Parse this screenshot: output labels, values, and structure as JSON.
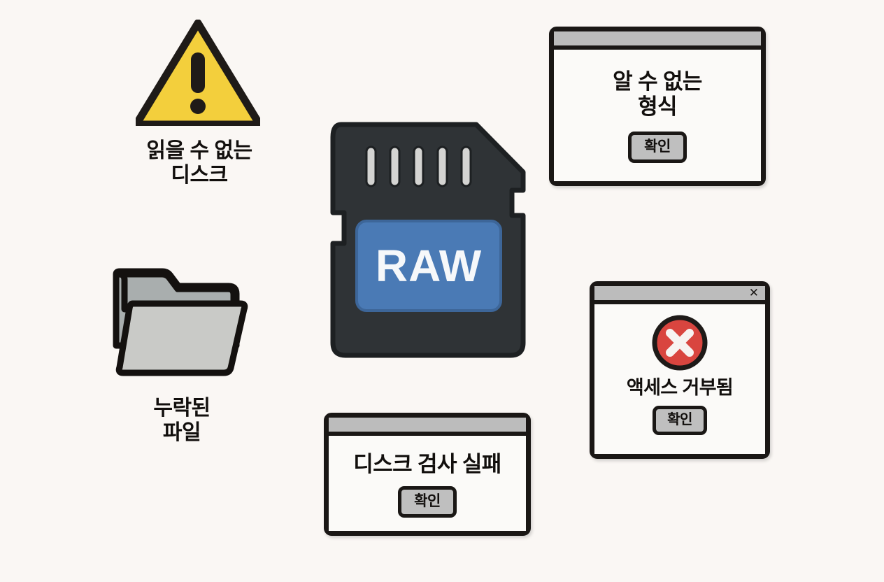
{
  "background_color": "#faf7f4",
  "items": {
    "warning": {
      "icon_name": "warning-triangle-icon",
      "caption": "읽을 수 없는\n디스크",
      "fill_color": "#f3cf3c",
      "stroke_color": "#1f1b18"
    },
    "folder": {
      "icon_name": "open-folder-icon",
      "caption": "누락된\n파일",
      "back_color": "#a9aeae",
      "front_color": "#c9cac7",
      "stroke_color": "#14110f"
    },
    "sd_card": {
      "icon_name": "sd-card-icon",
      "label": "RAW",
      "body_color": "#2f3336",
      "label_color": "#4a7ab5",
      "label_text_color": "#f6f8fa",
      "pin_color": "#d4d4d2",
      "pin_count": 5
    }
  },
  "dialogs": [
    {
      "id": "unknown-format",
      "message": "알 수 없는\n형식",
      "ok_label": "확인",
      "has_close_button": false,
      "close_label": "",
      "titlebar_color": "#bcbcbc",
      "frame_color": "#1a1715",
      "body_color": "#fbfaf8"
    },
    {
      "id": "disk-check-failed",
      "message": "디스크 검사 실패",
      "ok_label": "확인",
      "has_close_button": false,
      "close_label": "",
      "titlebar_color": "#bcbcbc",
      "frame_color": "#1a1715",
      "body_color": "#fbfaf8"
    },
    {
      "id": "access-denied",
      "message": "액세스 거부됨",
      "ok_label": "확인",
      "has_close_button": true,
      "close_label": "✕",
      "icon_name": "error-circle-icon",
      "icon_color": "#d9453f",
      "icon_ring_color": "#1e1a18",
      "icon_mark_color": "#f7f3f1",
      "titlebar_color": "#bcbcbc",
      "frame_color": "#1a1715",
      "body_color": "#fbfaf8"
    }
  ]
}
